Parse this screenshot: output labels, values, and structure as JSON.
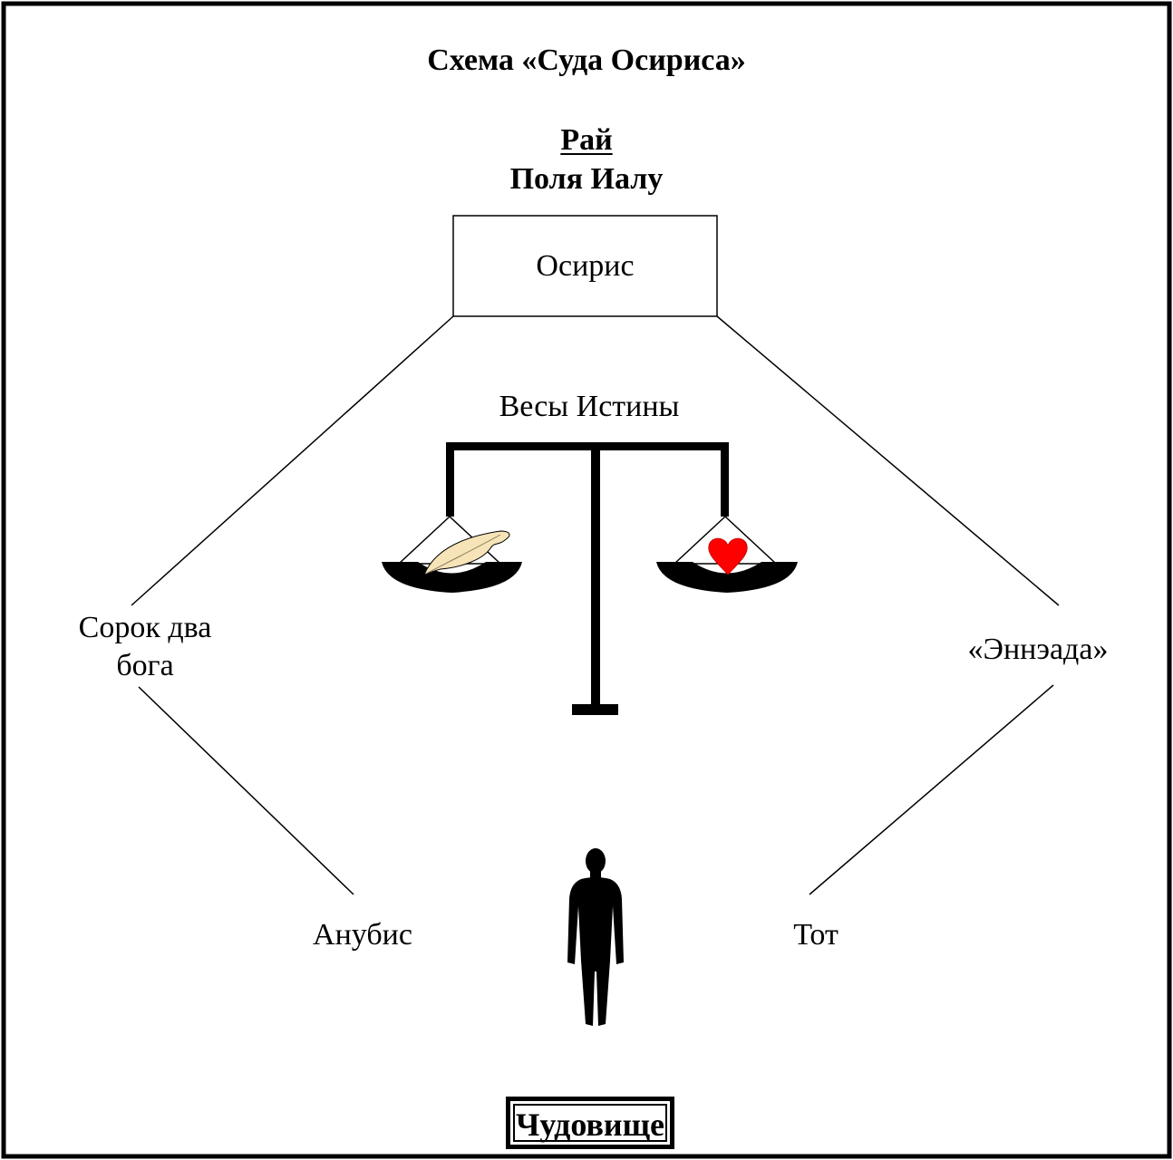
{
  "title": "Схема «Суда Осириса»",
  "paradise": {
    "heading": "Рай",
    "subheading": "Поля Иалу"
  },
  "osiris": "Осирис",
  "scales": {
    "label": "Весы Истины",
    "left_pan_item": "feather-icon",
    "right_pan_item": "heart-icon"
  },
  "forty_two_gods": "Сорок два бога",
  "ennead": "«Эннэада»",
  "anubis": "Анубис",
  "thoth": "Тот",
  "deceased": "human-silhouette-icon",
  "monster": "Чудовище",
  "colors": {
    "heart": "#ff0000",
    "feather": "#f6e3b8",
    "lines": "#000000"
  }
}
